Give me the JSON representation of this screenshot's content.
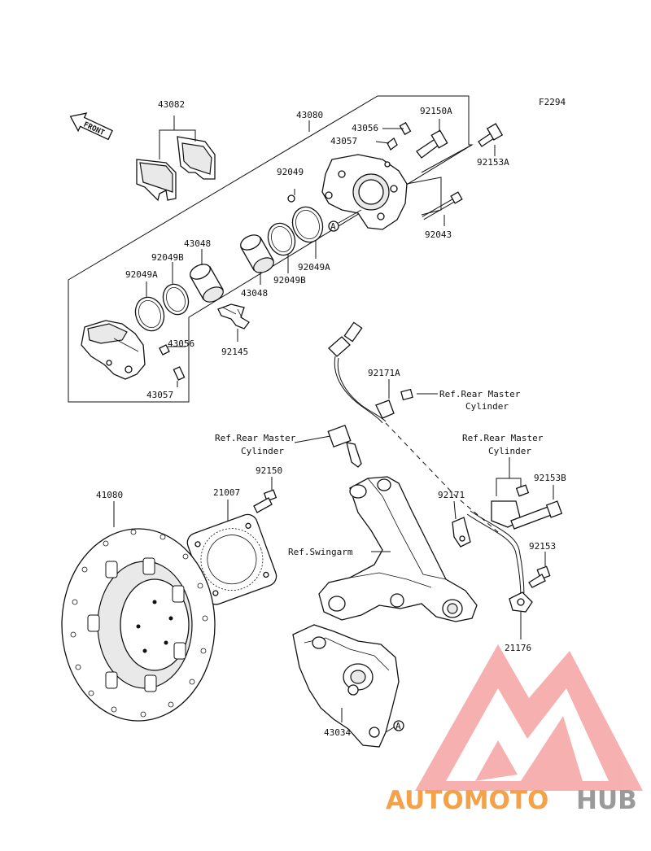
{
  "diagram_code": "F2294",
  "front_label": "FRONT",
  "callout_letter": "A",
  "parts": {
    "p43082": "43082",
    "p43080": "43080",
    "p92150A": "92150A",
    "p43056_top": "43056",
    "p43057_top": "43057",
    "p92153A": "92153A",
    "p92049_top": "92049",
    "p92043": "92043",
    "p43048_top": "43048",
    "p92049B_left": "92049B",
    "p92049A_left": "92049A",
    "p92049A_right": "92049A",
    "p92049B_right": "92049B",
    "p43048_bottom": "43048",
    "p92145": "92145",
    "p43056_bottom": "43056",
    "p43057_bottom": "43057",
    "p92171A": "92171A",
    "p92150": "92150",
    "p41080": "41080",
    "p21007": "21007",
    "p92153B": "92153B",
    "p92171": "92171",
    "p92153": "92153",
    "p21176": "21176",
    "p43034": "43034"
  },
  "refs": {
    "rear_master_1_line1": "Ref.Rear Master",
    "rear_master_1_line2": "Cylinder",
    "rear_master_2_line1": "Ref.Rear Master",
    "rear_master_2_line2": "Cylinder",
    "rear_master_3_line1": "Ref.Rear Master",
    "rear_master_3_line2": "Cylinder",
    "swingarm": "Ref.Swingarm"
  },
  "watermark": {
    "part1": "AUTOMOTO",
    "part2": "HUB",
    "color_primary": "#f4a24a",
    "color_secondary": "#9a9a9a",
    "logo_color": "#f08080"
  }
}
